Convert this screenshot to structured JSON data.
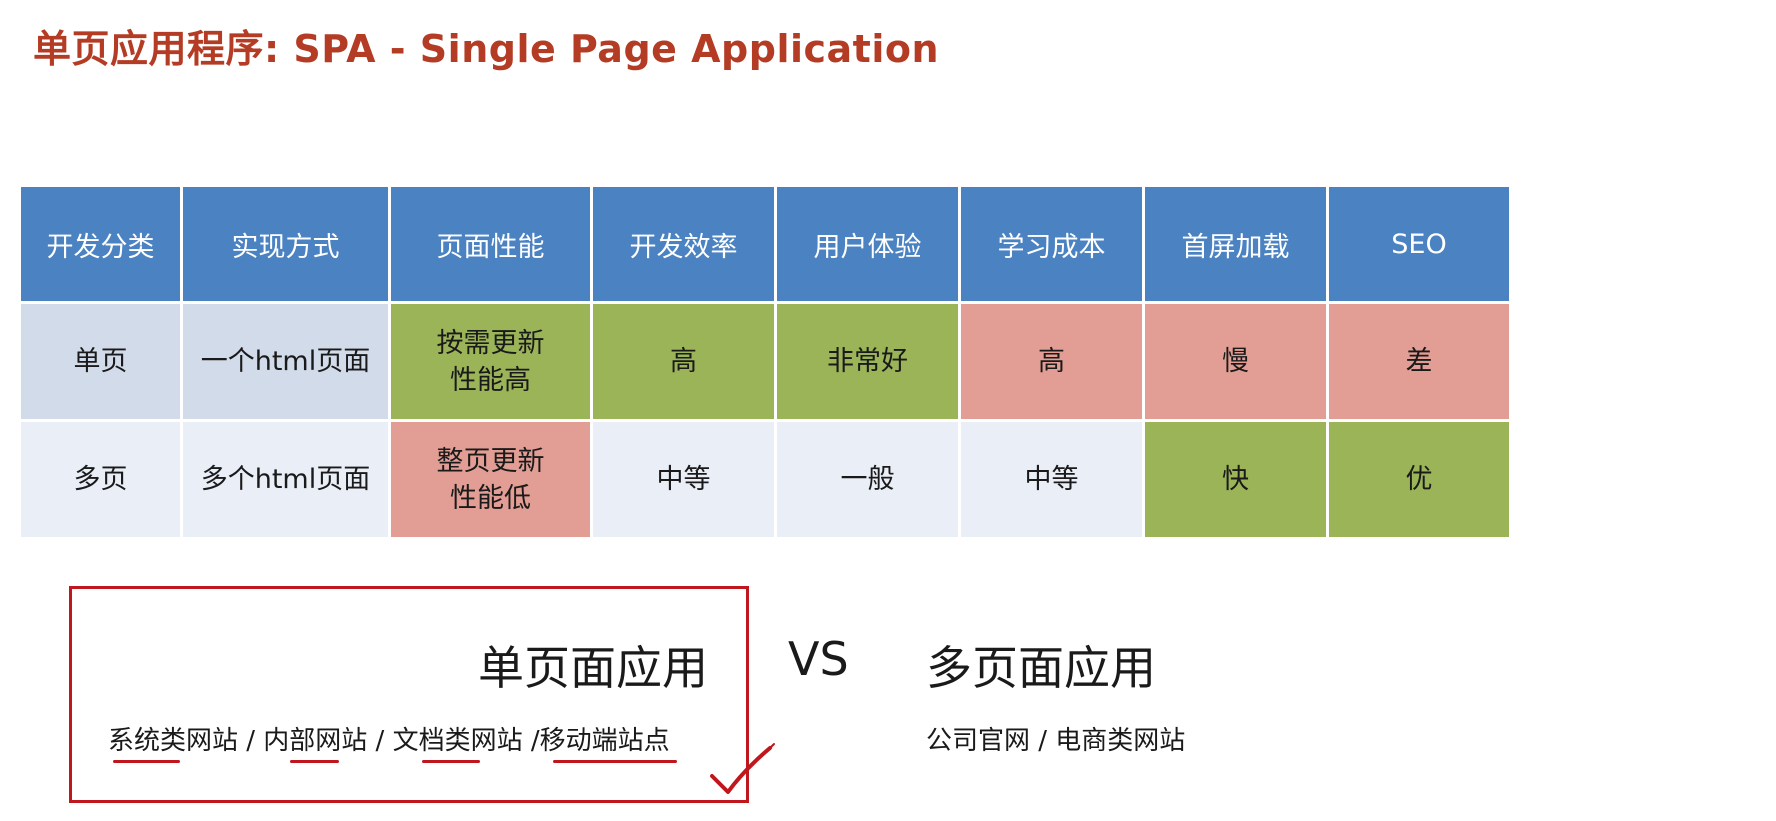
{
  "title": "单页应用程序: SPA - Single Page Application",
  "table": {
    "headers": [
      "开发分类",
      "实现方式",
      "页面性能",
      "开发效率",
      "用户体验",
      "学习成本",
      "首屏加载",
      "SEO"
    ],
    "rows": [
      {
        "category": "单页",
        "implementation": "一个html页面",
        "performance_line1": "按需更新",
        "performance_line2": "性能高",
        "efficiency": "高",
        "experience": "非常好",
        "learning_cost": "高",
        "first_load": "慢",
        "seo": "差"
      },
      {
        "category": "多页",
        "implementation": "多个html页面",
        "performance_line1": "整页更新",
        "performance_line2": "性能低",
        "efficiency": "中等",
        "experience": "一般",
        "learning_cost": "中等",
        "first_load": "快",
        "seo": "优"
      }
    ]
  },
  "comparison": {
    "spa_title": "单页面应用",
    "vs": "VS",
    "mpa_title": "多页面应用",
    "spa_usage": "系统类网站 / 内部网站 / 文档类网站 /移动端站点",
    "mpa_usage": "公司官网 / 电商类网站"
  },
  "colors": {
    "title": "#b43c24",
    "header_bg": "#4b82c2",
    "good": "#9bb458",
    "bad": "#e29e94",
    "row_head": "#d2dbea",
    "row_lite": "#e9eef7",
    "annotation": "#c0161d"
  }
}
